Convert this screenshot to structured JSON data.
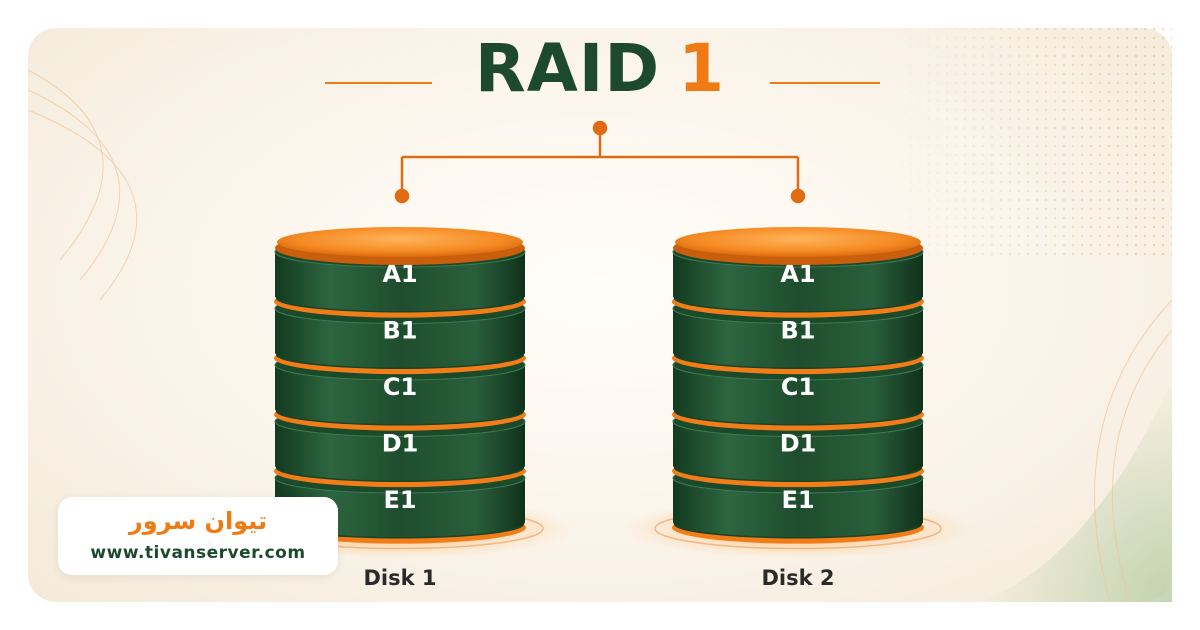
{
  "title": {
    "main": "RAID",
    "number": "1"
  },
  "disks": [
    {
      "label": "Disk 1",
      "blocks": [
        "A1",
        "B1",
        "C1",
        "D1",
        "E1"
      ]
    },
    {
      "label": "Disk 2",
      "blocks": [
        "A1",
        "B1",
        "C1",
        "D1",
        "E1"
      ]
    }
  ],
  "branding": {
    "name": "تیوان سرور",
    "url": "www.tivanserver.com"
  },
  "colors": {
    "accent": "#f07a14",
    "dark_green": "#1d4a2e",
    "disk_green": "#2c5a37"
  }
}
